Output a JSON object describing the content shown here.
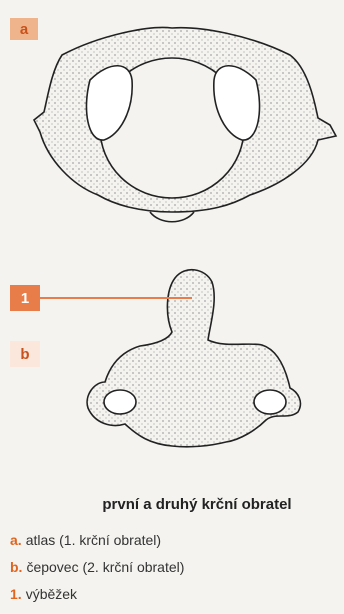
{
  "figure": {
    "label_a": "a",
    "label_b": "b",
    "label_1": "1"
  },
  "caption": {
    "title": "první a druhý krční obratel",
    "items": [
      {
        "key": "a.",
        "text": "atlas (1. krční obratel)"
      },
      {
        "key": "b.",
        "text": "čepovec (2. krční obratel)"
      },
      {
        "key": "1.",
        "text": "výběžek"
      }
    ]
  },
  "colors": {
    "accent": "#e97d4a",
    "key_text": "#e0651e",
    "ink": "#222222"
  }
}
